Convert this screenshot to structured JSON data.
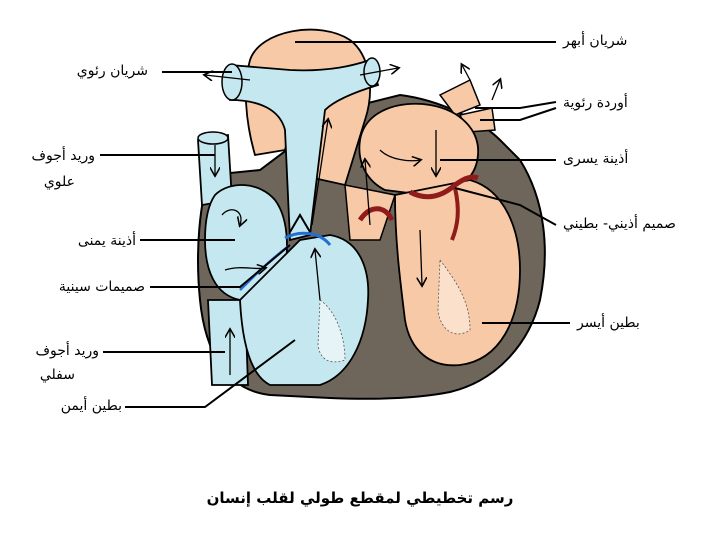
{
  "caption": "رسم تخطيطي لمقطع طولي لقلب إنسان",
  "labels": {
    "aorta": "شريان أبهر",
    "pulmonary_artery": "شريان رئوي",
    "pulmonary_veins": "أوردة رئوية",
    "superior_vena_cava_line1": "وريد أجوف",
    "superior_vena_cava_line2": "علوي",
    "left_atrium": "أذينة يسرى",
    "right_atrium": "أذينة يمنى",
    "av_valve": "صميم أذيني- بطيني",
    "semilunar_valves": "صميمات سينية",
    "left_ventricle": "بطين أيسر",
    "inferior_vena_cava_line1": "وريد أجوف",
    "inferior_vena_cava_line2": "سفلي",
    "right_ventricle": "بطين أيمن"
  },
  "colors": {
    "muscle": "#6e665a",
    "blue_side": "#c5e8f0",
    "red_side": "#f7c9a6",
    "valve_red": "#8f1b1b",
    "septum_blue": "#1f6fd6",
    "outline": "#000000"
  }
}
